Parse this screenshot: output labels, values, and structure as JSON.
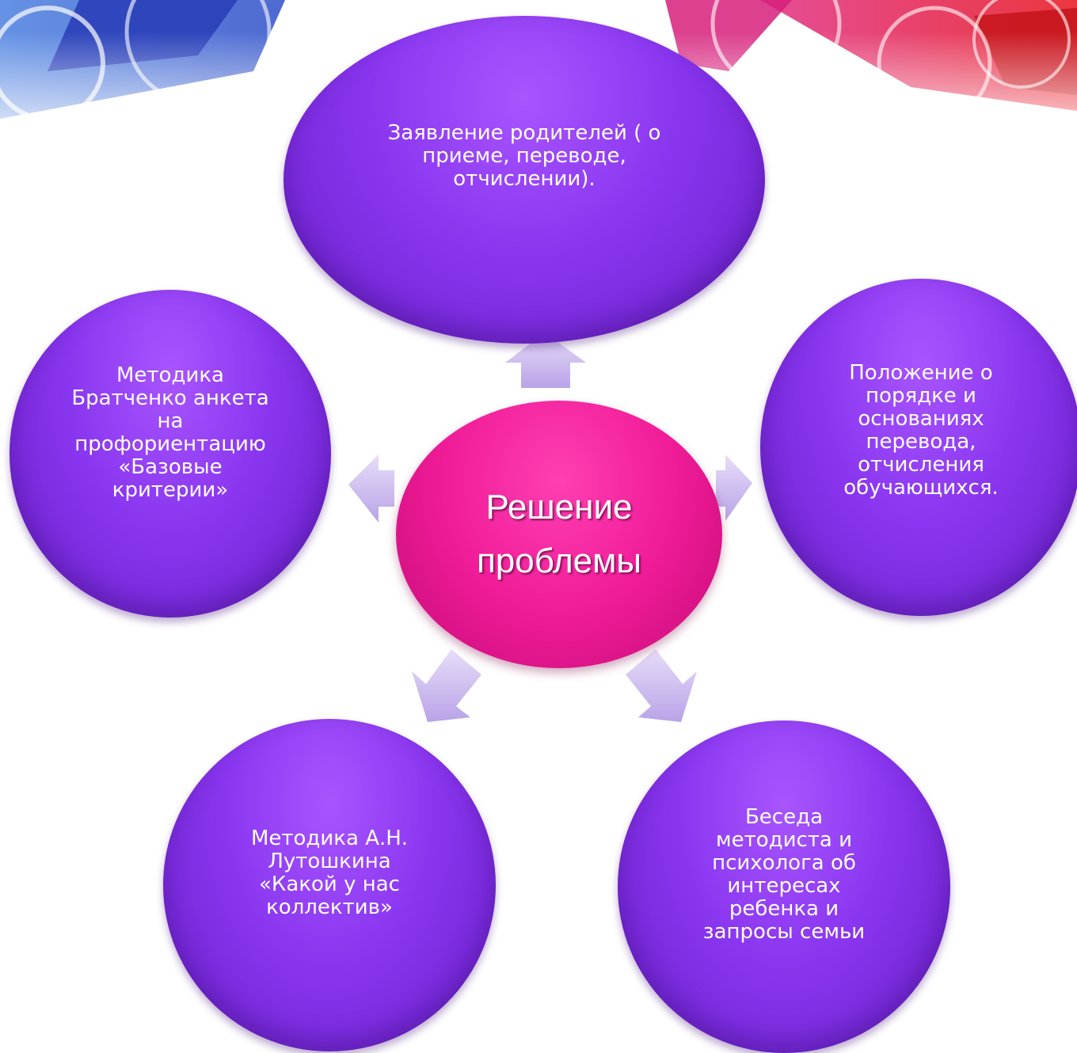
{
  "center": {
    "label": "Решение\nпроблемы"
  },
  "nodes": {
    "top": "Заявление родителей ( о\nприеме, переводе,\nотчислении).",
    "left": "Методика\nБратченко  анкета\nна\nпрофориентацию\n«Базовые\nкритерии»",
    "right": "Положение о\nпорядке и\nоснованиях\nперевода,\nотчисления\nобучающихся.",
    "bottom_left": "Методика  А.Н.\nЛутошкина\n«Какой у нас\nколлектив»",
    "bottom_right": "Беседа\nметодиста и\nпсихолога об\nинтересах\nребенка и\nзапросы семьи"
  },
  "colors": {
    "node": "#8a36f0",
    "center": "#f01c98",
    "arrow": "#c9b4ee"
  }
}
